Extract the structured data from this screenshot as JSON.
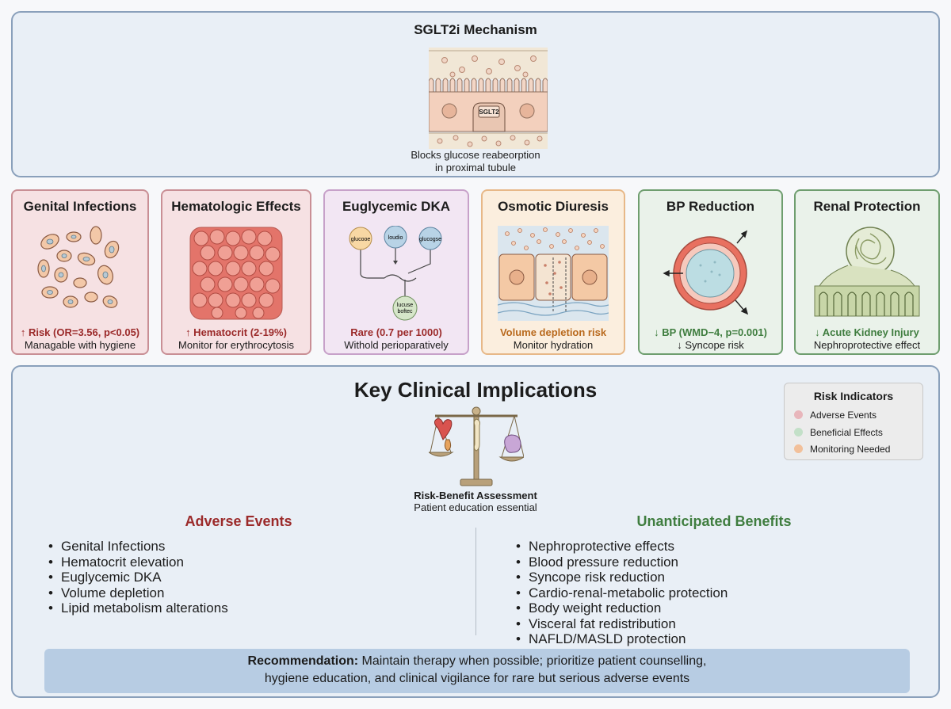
{
  "mechanism": {
    "title": "SGLT2i Mechanism",
    "transporter_label": "SGLT2",
    "caption_line1": "Blocks glucose reabeorption",
    "caption_line2": "in proximal tubule"
  },
  "cards": [
    {
      "title": "Genital Infections",
      "stat": "↑ Risk (OR=3.56, p<0.05)",
      "note": "Managable with hygiene",
      "color": "red"
    },
    {
      "title": "Hematologic Effects",
      "stat": "↑ Hematocrit (2-19%)",
      "note": "Monitor for erythrocytosis",
      "color": "red"
    },
    {
      "title": "Euglycemic DKA",
      "stat": "Rare (0.7 per 1000)",
      "note": "Withold perioparatively",
      "color": "purple",
      "diagram_labels": {
        "a": "glucooe",
        "b": "loudio",
        "c": "glucogse",
        "d1": "lucuse",
        "d2": "boftec"
      }
    },
    {
      "title": "Osmotic Diuresis",
      "stat": "Volume depletion risk",
      "note": "Monitor hydration",
      "color": "orange"
    },
    {
      "title": "BP Reduction",
      "stat": "↓ BP (WMD−4, p=0.001)",
      "note": "↓ Syncope risk",
      "color": "green"
    },
    {
      "title": "Renal Protection",
      "stat": "↓ Acute Kidney Injury",
      "note": "Nephroprotective effect",
      "color": "green"
    }
  ],
  "implications": {
    "title": "Key Clinical Implications",
    "assessment_title": "Risk-Benefit Assessment",
    "assessment_sub": "Patient education essential",
    "legend": {
      "title": "Risk Indicators",
      "items": [
        {
          "label": "Adverse Events",
          "color": "#e8b6bb"
        },
        {
          "label": "Beneficial Effects",
          "color": "#c3e0c8"
        },
        {
          "label": "Monitoring Needed",
          "color": "#f2c09a"
        }
      ]
    },
    "adverse": {
      "heading": "Adverse Events",
      "items": [
        "Genital Infections",
        "Hematocrit elevation",
        "Euglycemic DKA",
        "Volume depletion",
        "Lipid metabolism alterations"
      ]
    },
    "benefits": {
      "heading": "Unanticipated Benefits",
      "items": [
        "Nephroprotective effects",
        "Blood pressure reduction",
        "Syncope risk reduction",
        "Cardio-renal-metabolic protection",
        "Body weight reduction",
        "Visceral fat redistribution",
        "NAFLD/MASLD protection"
      ]
    },
    "recommendation": {
      "label": "Recommendation:",
      "line1": "Maintain therapy when possible; prioritize patient counselling,",
      "line2": "hygiene education, and clinical vigilance for rare but serious adverse events"
    }
  }
}
